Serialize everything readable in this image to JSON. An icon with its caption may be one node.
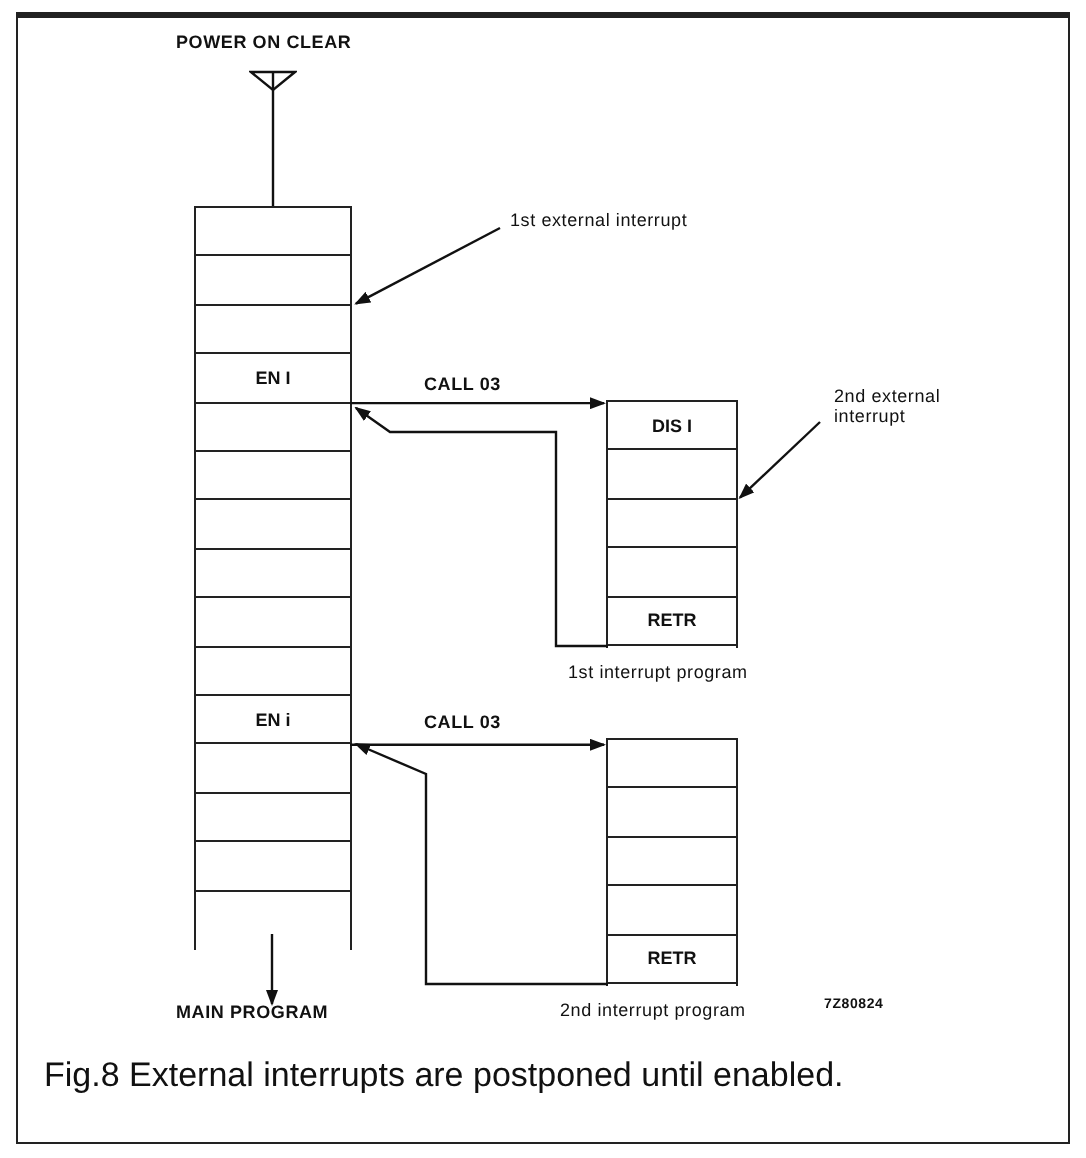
{
  "diagram": {
    "caption": "Fig.8 External interrupts are postponed until enabled.",
    "nodes": [
      {
        "text": [
          "POWER ON CLEAR"
        ]
      },
      {
        "text": [],
        "shape": "box"
      },
      {
        "text": [],
        "shape": "box",
        "in": 1
      },
      {
        "text": [],
        "shape": "box",
        "in": 1
      },
      {
        "text": [],
        "shape": "box",
        "in": 1
      },
      {
        "text": [
          "EN I"
        ],
        "in": 1
      },
      {
        "text": [],
        "shape": "box",
        "in": 1
      },
      {
        "text": [],
        "shape": "box",
        "in": 1
      },
      {
        "text": [],
        "shape": "box",
        "in": 1
      },
      {
        "text": [],
        "shape": "box",
        "in": 1
      },
      {
        "text": [],
        "shape": "box",
        "in": 1
      },
      {
        "text": [],
        "shape": "box",
        "in": 1
      },
      {
        "text": [
          "EN i"
        ],
        "in": 1
      },
      {
        "text": [],
        "shape": "box",
        "in": 1
      },
      {
        "text": [],
        "shape": "box",
        "in": 1
      },
      {
        "text": [],
        "shape": "box",
        "in": 1
      },
      {
        "text": [
          "1st external interrupt"
        ]
      },
      {
        "text": [
          "1st interrupt program"
        ]
      },
      {
        "text": [
          "DIS I"
        ],
        "in": 17
      },
      {
        "text": [],
        "shape": "box",
        "in": 17
      },
      {
        "text": [],
        "shape": "box",
        "in": 17
      },
      {
        "text": [],
        "shape": "box",
        "in": 17
      },
      {
        "text": [
          "RETR"
        ],
        "in": 17
      },
      {
        "text": [
          "2nd external interrupt"
        ]
      },
      {
        "text": [
          "2nd interrupt program"
        ]
      },
      {
        "text": [],
        "shape": "box",
        "in": 24
      },
      {
        "text": [],
        "shape": "box",
        "in": 24
      },
      {
        "text": [],
        "shape": "box",
        "in": 24
      },
      {
        "text": [],
        "shape": "box",
        "in": 24
      },
      {
        "text": [
          "RETR"
        ],
        "in": 24
      },
      {
        "text": [
          "MAIN PROGRAM"
        ]
      }
    ],
    "edges": [
      {
        "from": 0,
        "to": 1,
        "arrow": "other"
      },
      {
        "from": 16,
        "to": 1,
        "arrow": "to"
      },
      {
        "from": 5,
        "to": 17,
        "arrow": "to",
        "label": "CALL 03"
      },
      {
        "from": 22,
        "to": 1,
        "arrow": "to"
      },
      {
        "from": 23,
        "to": 17,
        "arrow": "to"
      },
      {
        "from": 12,
        "to": 24,
        "arrow": "to",
        "label": "CALL 03"
      },
      {
        "from": 29,
        "to": 1,
        "arrow": "to"
      },
      {
        "from": 1,
        "to": 30,
        "arrow": "to"
      }
    ],
    "labels": [
      "7Z80824"
    ]
  }
}
